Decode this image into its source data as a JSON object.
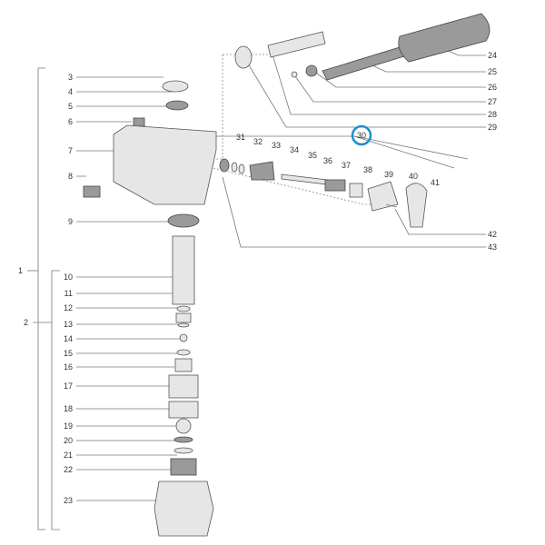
{
  "title": "Exploded parts diagram",
  "highlight_color": "#1e90c8",
  "callouts": [
    "1",
    "2",
    "3",
    "4",
    "5",
    "6",
    "7",
    "8",
    "9",
    "10",
    "11",
    "12",
    "13",
    "14",
    "15",
    "16",
    "17",
    "18",
    "19",
    "20",
    "21",
    "22",
    "23",
    "24",
    "25",
    "26",
    "27",
    "28",
    "29",
    "30",
    "31",
    "32",
    "33",
    "34",
    "35",
    "36",
    "37",
    "38",
    "39",
    "40",
    "41",
    "42",
    "43"
  ]
}
